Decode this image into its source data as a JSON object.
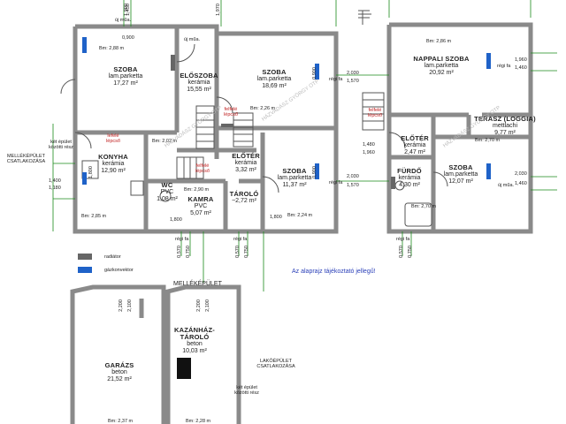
{
  "rooms": {
    "szoba1": {
      "name": "SZOBA",
      "floor": "lam.parketta",
      "area": "17,27 m²"
    },
    "eloszoba": {
      "name": "ELŐSZOBA",
      "floor": "kerámia",
      "area": "15,55 m²"
    },
    "szoba2": {
      "name": "SZOBA",
      "floor": "lam.parketta",
      "area": "18,69 m²"
    },
    "konyha": {
      "name": "KONYHA",
      "floor": "kerámia",
      "area": "12,90 m²"
    },
    "wc": {
      "name": "WC",
      "floor": "PVC",
      "area": "1,08 m²"
    },
    "kamra": {
      "name": "KAMRA",
      "floor": "PVC",
      "area": "5,07 m²"
    },
    "eloter1": {
      "name": "ELŐTÉR",
      "floor": "kerámia",
      "area": "3,32 m²"
    },
    "tarolo": {
      "name": "TÁROLÓ",
      "floor": "",
      "area": "~2,72 m²"
    },
    "szoba3": {
      "name": "SZOBA",
      "floor": "lam.parketta",
      "area": "11,37 m²"
    },
    "nappali": {
      "name": "NAPPALI SZOBA",
      "floor": "lam.parketta",
      "area": "20,92 m²"
    },
    "terasz": {
      "name": "TERASZ (LOGGIA)",
      "floor": "mettlachi",
      "area": "9,77 m²"
    },
    "eloter2": {
      "name": "ELŐTÉR",
      "floor": "kerámia",
      "area": "2,47 m²"
    },
    "furdo": {
      "name": "FÜRDŐ",
      "floor": "kerámia",
      "area": "4,30 m²"
    },
    "szoba4": {
      "name": "SZOBA",
      "floor": "lam.parketta",
      "area": "12,07 m²"
    },
    "garazs": {
      "name": "GARÁZS",
      "floor": "beton",
      "area": "21,52 m²"
    },
    "kazanhaz": {
      "name": "KAZÁNHÁZ-TÁROLÓ",
      "floor": "beton",
      "area": "10,03 m²"
    }
  },
  "heights": {
    "bm288": "Bm: 2,88 m",
    "bm226": "Bm: 2,26 m",
    "bm202": "Bm: 2,02 m",
    "bm285": "Bm: 2,85 m",
    "bm290": "Bm: 2,90 m",
    "bm224": "Bm: 2,24 m",
    "bm286": "Bm: 2,86 m",
    "bm270a": "Bm: 2,70 m",
    "bm270b": "Bm: 2,70 m",
    "bm237": "Bm: 2,37 m",
    "bm228": "Bm: 2,28 m"
  },
  "dims": {
    "d1900a": "1,900",
    "d1450": "1,450",
    "d1970": "1,970",
    "d2030a": "2,030",
    "d1570a": "1,570",
    "d2030b": "2,030",
    "d1570b": "1,570",
    "d1400": "1,400",
    "d1180": "1,180",
    "d1800a": "1,800",
    "d1800b": "1,800",
    "d1800c": "1,800",
    "d1480": "1,480",
    "d1960": "1,960",
    "d1960b": "1,960",
    "d1460": "1,460",
    "d2030c": "2,030",
    "d1460b": "1,460",
    "d0570a": "0,570",
    "d0750a": "0,750",
    "d0570b": "0,570",
    "d0750b": "0,750",
    "d0570c": "0,570",
    "d0750c": "0,750",
    "d2200a": "2,200",
    "d2100a": "2,100",
    "d2200b": "2,200",
    "d2100b": "2,100",
    "d0900a": "0,900",
    "d0900b": "0,900",
    "d0900c": "0,900"
  },
  "notes": {
    "ujmua1": "új műa.",
    "ujmua2": "új műa.",
    "ujmua3": "új műa.",
    "regifa1": "régi fa",
    "regifa2": "régi fa",
    "regifa3": "régi fa",
    "regifa4": "régi fa",
    "regifa5": "régi fa",
    "regifa6": "régi fa",
    "felfele1": "felfelé lépcső",
    "felfele2": "felfelé lépcső",
    "felfele3": "felfelé lépcső",
    "lefele": "lefelé lépcső",
    "ketepulet1": "két épület közötti rész",
    "ketepulet2": "két épület közötti rész",
    "mellekepulet_csat": "MELLÉKÉPÜLET CSATLAKOZÁSA",
    "lakoepulet_csat": "LAKÓÉPÜLET CSATLAKOZÁSA",
    "mellekepulet": "MELLÉKÉPÜLET",
    "disclaimer": "Az alaprajz tájékoztató jellegű!"
  },
  "legend": {
    "radiator": "radiátor",
    "gazkonvektor": "gázkonvektor",
    "radiator_color": "#666666",
    "gazkonvektor_color": "#1f62c8"
  },
  "watermark": "HÁZVADÁSZ GYÖRGY OTP"
}
